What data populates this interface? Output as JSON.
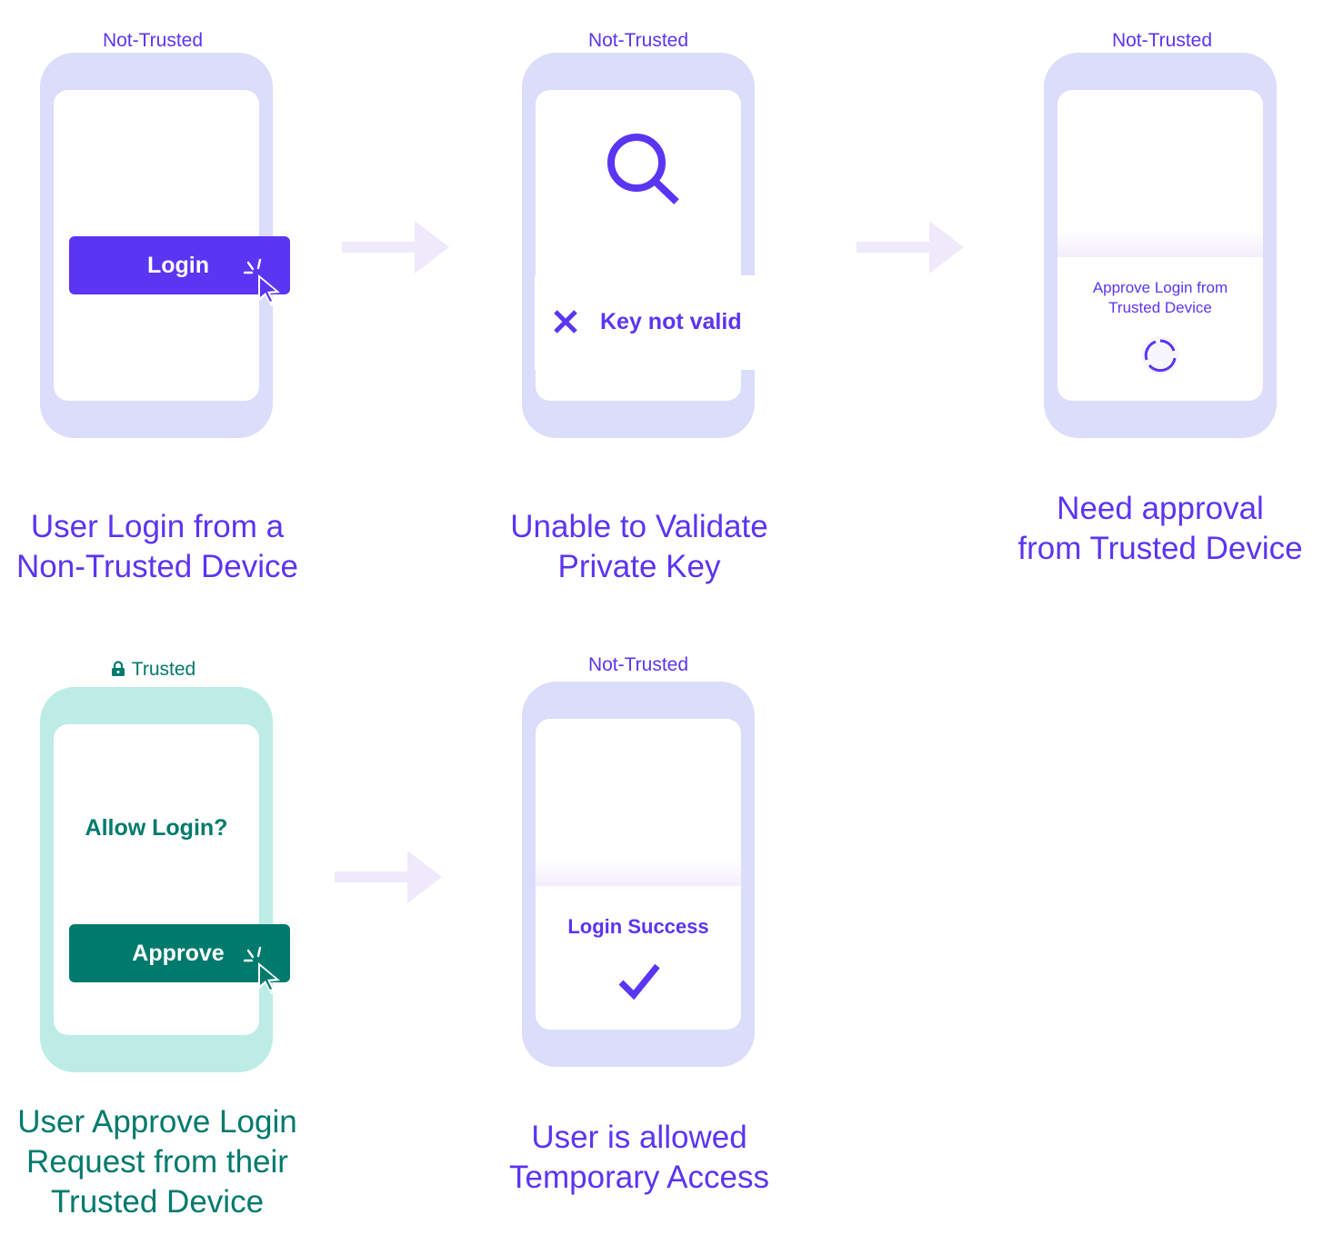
{
  "colors": {
    "accent": "#5a35f2",
    "teal": "#007a6c",
    "phone": "#dcdcfb",
    "phone_teal": "#bdece7",
    "arrow": "#efe9fc"
  },
  "steps": [
    {
      "device_label": "Not-Trusted",
      "button_label": "Login",
      "caption": [
        "User Login from a",
        "Non-Trusted Device"
      ],
      "icons": [
        "cursor-click-icon"
      ]
    },
    {
      "device_label": "Not-Trusted",
      "error_text": "Key not valid",
      "caption": [
        "Unable to Validate",
        "Private Key"
      ],
      "icons": [
        "search-icon",
        "x-mark-icon"
      ]
    },
    {
      "device_label": "Not-Trusted",
      "status_text": [
        "Approve Login from",
        "Trusted Device"
      ],
      "caption": [
        "Need approval",
        "from Trusted Device"
      ],
      "icons": [
        "loading-spinner-icon"
      ]
    },
    {
      "device_label": "Trusted",
      "prompt": "Allow Login?",
      "button_label": "Approve",
      "caption": [
        "User Approve Login",
        "Request from their",
        "Trusted Device"
      ],
      "icons": [
        "lock-icon",
        "cursor-click-icon"
      ]
    },
    {
      "device_label": "Not-Trusted",
      "status_text": "Login Success",
      "caption": [
        "User is allowed",
        "Temporary Access"
      ],
      "icons": [
        "checkmark-icon"
      ]
    }
  ]
}
